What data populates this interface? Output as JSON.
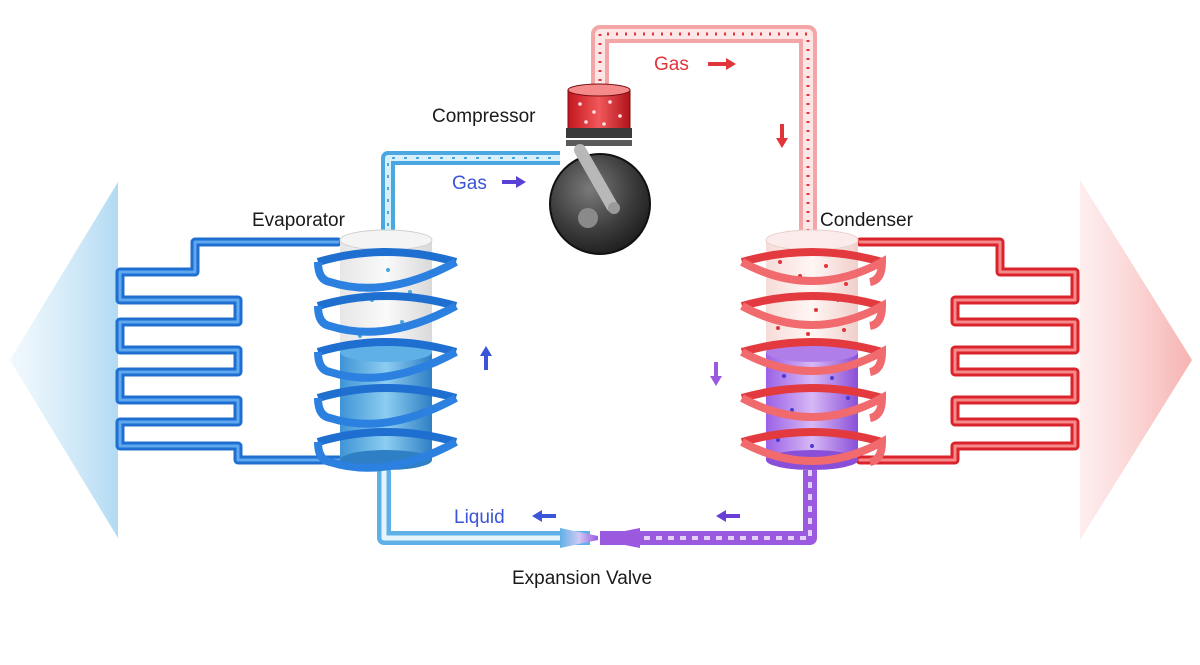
{
  "labels": {
    "compressor": "Compressor",
    "evaporator": "Evaporator",
    "condenser": "Condenser",
    "expansion_valve": "Expansion Valve",
    "gas_top": "Gas",
    "gas_left": "Gas",
    "liquid": "Liquid"
  },
  "colors": {
    "cold": "#2b78d6",
    "cold_light": "#8fd0f0",
    "hot": "#e5333a",
    "hot_light": "#f7b7b4",
    "mixed": "#9b59e0",
    "label_dark": "#1a1a1a",
    "label_blue": "#3a55d8",
    "label_red": "#e0353a"
  },
  "icons": {
    "left_arrow": "cold-air-arrow-icon",
    "right_arrow": "hot-air-arrow-icon",
    "flow_arrow": "flow-direction-arrow-icon"
  }
}
